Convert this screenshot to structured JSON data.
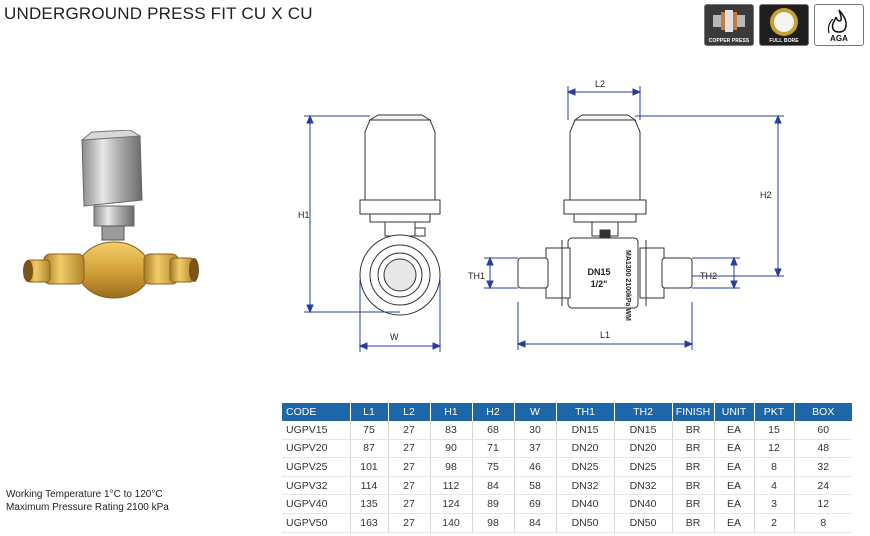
{
  "title": "UNDERGROUND PRESS FIT CU X CU",
  "badges": [
    {
      "caption": "COPPER PRESS",
      "icon": "copper-press-icon"
    },
    {
      "caption": "FULL BORE",
      "icon": "full-bore-icon"
    },
    {
      "caption": "AGA",
      "icon": "flame-icon"
    }
  ],
  "drawing": {
    "labels": {
      "h1": "H1",
      "w": "W",
      "th1": "TH1",
      "l2": "L2",
      "h2": "H2",
      "th2": "TH2",
      "l1": "L1"
    },
    "body_mark": {
      "size": "DN15",
      "inch": "1/2\"",
      "pressure": "MA1300 2100kPa WM"
    }
  },
  "specs": {
    "working_temperature": "Working Temperature  1°C to 120°C",
    "max_pressure": "Maximum Pressure Rating  2100 kPa"
  },
  "table": {
    "headers": [
      "CODE",
      "L1",
      "L2",
      "H1",
      "H2",
      "W",
      "TH1",
      "TH2",
      "FINISH",
      "UNIT",
      "PKT",
      "BOX"
    ],
    "rows": [
      [
        "UGPV15",
        "75",
        "27",
        "83",
        "68",
        "30",
        "DN15",
        "DN15",
        "BR",
        "EA",
        "15",
        "60"
      ],
      [
        "UGPV20",
        "87",
        "27",
        "90",
        "71",
        "37",
        "DN20",
        "DN20",
        "BR",
        "EA",
        "12",
        "48"
      ],
      [
        "UGPV25",
        "101",
        "27",
        "98",
        "75",
        "46",
        "DN25",
        "DN25",
        "BR",
        "EA",
        "8",
        "32"
      ],
      [
        "UGPV32",
        "114",
        "27",
        "112",
        "84",
        "58",
        "DN32",
        "DN32",
        "BR",
        "EA",
        "4",
        "24"
      ],
      [
        "UGPV40",
        "135",
        "27",
        "124",
        "89",
        "69",
        "DN40",
        "DN40",
        "BR",
        "EA",
        "3",
        "12"
      ],
      [
        "UGPV50",
        "163",
        "27",
        "140",
        "98",
        "84",
        "DN50",
        "DN50",
        "BR",
        "EA",
        "2",
        "8"
      ]
    ]
  },
  "colors": {
    "header_bg": "#1d66a8",
    "dimension": "#2a3ca0",
    "brass": "#d4a23a"
  }
}
